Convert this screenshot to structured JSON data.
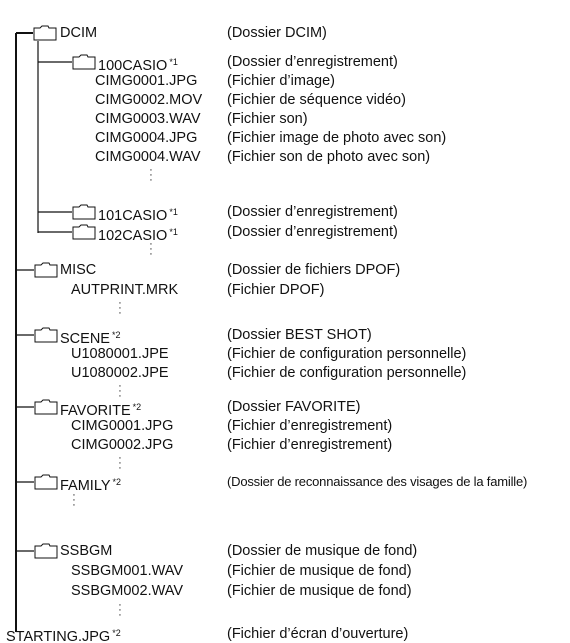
{
  "tree": {
    "dcim": {
      "name": "DCIM",
      "desc": "(Dossier DCIM)"
    },
    "casio100": {
      "name": "100CASIO",
      "sup": "*1",
      "desc": "(Dossier d’enregistrement)"
    },
    "casio100_files": [
      {
        "name": "CIMG0001.JPG",
        "desc": "(Fichier d’image)"
      },
      {
        "name": "CIMG0002.MOV",
        "desc": "(Fichier de séquence vidéo)"
      },
      {
        "name": "CIMG0003.WAV",
        "desc": "(Fichier son)"
      },
      {
        "name": "CIMG0004.JPG",
        "desc": "(Fichier image de photo avec son)"
      },
      {
        "name": "CIMG0004.WAV",
        "desc": "(Fichier son de photo avec son)"
      }
    ],
    "casio101": {
      "name": "101CASIO",
      "sup": "*1",
      "desc": "(Dossier d’enregistrement)"
    },
    "casio102": {
      "name": "102CASIO",
      "sup": "*1",
      "desc": "(Dossier d’enregistrement)"
    },
    "misc": {
      "name": "MISC",
      "desc": "(Dossier de fichiers DPOF)"
    },
    "misc_files": [
      {
        "name": "AUTPRINT.MRK",
        "desc": "(Fichier DPOF)"
      }
    ],
    "scene": {
      "name": "SCENE",
      "sup": "*2",
      "desc": "(Dossier BEST SHOT)"
    },
    "scene_files": [
      {
        "name": "U1080001.JPE",
        "desc": "(Fichier de configuration personnelle)"
      },
      {
        "name": "U1080002.JPE",
        "desc": "(Fichier de configuration personnelle)"
      }
    ],
    "favorite": {
      "name": "FAVORITE",
      "sup": "*2",
      "desc": "(Dossier FAVORITE)"
    },
    "favorite_files": [
      {
        "name": "CIMG0001.JPG",
        "desc": "(Fichier d’enregistrement)"
      },
      {
        "name": "CIMG0002.JPG",
        "desc": "(Fichier d’enregistrement)"
      }
    ],
    "family": {
      "name": "FAMILY",
      "sup": "*2",
      "desc": "(Dossier de reconnaissance des visages de la famille)"
    },
    "ssbgm": {
      "name": "SSBGM",
      "desc": "(Dossier de musique de fond)"
    },
    "ssbgm_files": [
      {
        "name": "SSBGM001.WAV",
        "desc": "(Fichier de musique de fond)"
      },
      {
        "name": "SSBGM002.WAV",
        "desc": "(Fichier de musique de fond)"
      }
    ],
    "starting": {
      "name": "STARTING.JPG",
      "sup": "*2",
      "desc": "(Fichier d’écran d’ouverture)"
    }
  }
}
